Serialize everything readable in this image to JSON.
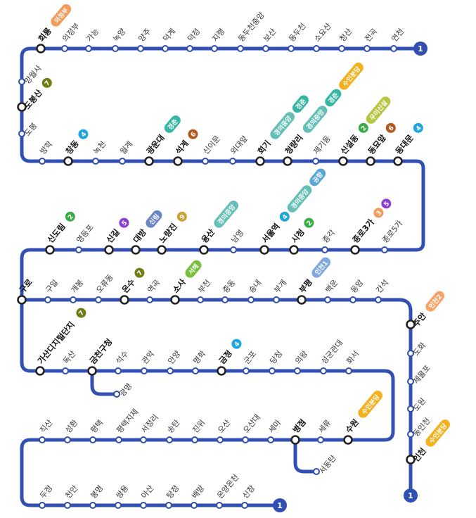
{
  "line": {
    "number": "1",
    "color": "#3250b3"
  },
  "colors": {
    "L2": "#3aac45",
    "L4": "#1ea5de",
    "L5": "#8b3fd0",
    "L6": "#b4591d",
    "L7": "#6f7d12",
    "L9": "#c8a034",
    "gyeongchun": "#35b6a4",
    "gyeongui": "#64c0b6",
    "suin": "#f2b11d",
    "uijeongbu": "#f49a5a",
    "uisinseol": "#b8c542",
    "incheon1": "#7ea8df",
    "incheon2": "#f6a36a",
    "sillim": "#6a84c8",
    "seohae": "#77c03c",
    "airport": "#5aa6d6"
  },
  "stations": [
    {
      "id": "s0",
      "name": "회룡",
      "transfer": true,
      "badges": [
        {
          "text": "의정부",
          "color": "uijeongbu"
        }
      ]
    },
    {
      "id": "s1",
      "name": "의정부"
    },
    {
      "id": "s2",
      "name": "가능"
    },
    {
      "id": "s3",
      "name": "녹양"
    },
    {
      "id": "s4",
      "name": "양주"
    },
    {
      "id": "s5",
      "name": "덕계"
    },
    {
      "id": "s6",
      "name": "덕정"
    },
    {
      "id": "s7",
      "name": "지행"
    },
    {
      "id": "s8",
      "name": "동두천중앙"
    },
    {
      "id": "s9",
      "name": "보산"
    },
    {
      "id": "s10",
      "name": "동두천"
    },
    {
      "id": "s11",
      "name": "소요산"
    },
    {
      "id": "s12",
      "name": "청산"
    },
    {
      "id": "s13",
      "name": "전곡"
    },
    {
      "id": "s14",
      "name": "연천"
    },
    {
      "id": "s15",
      "name": "망월사"
    },
    {
      "id": "s16",
      "name": "도봉산",
      "transfer": true,
      "badges": [
        {
          "text": "7",
          "color": "L7"
        }
      ]
    },
    {
      "id": "s17",
      "name": "도봉"
    },
    {
      "id": "s18",
      "name": "방학"
    },
    {
      "id": "s19",
      "name": "창동",
      "transfer": true,
      "badges": [
        {
          "text": "4",
          "color": "L4"
        }
      ]
    },
    {
      "id": "s20",
      "name": "녹천"
    },
    {
      "id": "s21",
      "name": "월계"
    },
    {
      "id": "s22",
      "name": "광운대",
      "transfer": true,
      "badges": [
        {
          "text": "경춘",
          "color": "gyeongchun"
        }
      ]
    },
    {
      "id": "s23",
      "name": "석계",
      "transfer": true,
      "badges": [
        {
          "text": "6",
          "color": "L6"
        }
      ]
    },
    {
      "id": "s24",
      "name": "신이문"
    },
    {
      "id": "s25",
      "name": "외대앞"
    },
    {
      "id": "s26",
      "name": "회기",
      "transfer": true,
      "badges": [
        {
          "text": "경의중앙",
          "color": "gyeongui"
        },
        {
          "text": "경춘",
          "color": "gyeongchun"
        }
      ]
    },
    {
      "id": "s27",
      "name": "청량리",
      "transfer": true,
      "badges": [
        {
          "text": "경의중앙",
          "color": "gyeongui"
        },
        {
          "text": "경춘",
          "color": "gyeongchun"
        },
        {
          "text": "수인분당",
          "color": "suin"
        }
      ]
    },
    {
      "id": "s28",
      "name": "제기동"
    },
    {
      "id": "s29",
      "name": "신설동",
      "transfer": true,
      "badges": [
        {
          "text": "2",
          "color": "L2"
        },
        {
          "text": "우이신설",
          "color": "uisinseol"
        }
      ]
    },
    {
      "id": "s30",
      "name": "동묘앞",
      "transfer": true,
      "badges": [
        {
          "text": "6",
          "color": "L6"
        }
      ]
    },
    {
      "id": "s31",
      "name": "동대문",
      "transfer": true,
      "badges": [
        {
          "text": "4",
          "color": "L4"
        }
      ]
    },
    {
      "id": "s32",
      "name": "신도림",
      "transfer": true,
      "badges": [
        {
          "text": "2",
          "color": "L2"
        }
      ]
    },
    {
      "id": "s33",
      "name": "영등포"
    },
    {
      "id": "s34",
      "name": "신길",
      "transfer": true,
      "badges": [
        {
          "text": "5",
          "color": "L5"
        }
      ]
    },
    {
      "id": "s35",
      "name": "대방",
      "transfer": true,
      "badges": [
        {
          "text": "신림",
          "color": "sillim"
        }
      ]
    },
    {
      "id": "s36",
      "name": "노량진",
      "transfer": true,
      "badges": [
        {
          "text": "9",
          "color": "L9"
        }
      ]
    },
    {
      "id": "s37",
      "name": "용산",
      "transfer": true,
      "badges": [
        {
          "text": "경의중앙",
          "color": "gyeongui"
        }
      ]
    },
    {
      "id": "s38",
      "name": "남영"
    },
    {
      "id": "s39",
      "name": "서울역",
      "transfer": true,
      "badges": [
        {
          "text": "4",
          "color": "L4"
        },
        {
          "text": "경의중앙",
          "color": "gyeongui"
        },
        {
          "text": "공항",
          "color": "airport"
        }
      ]
    },
    {
      "id": "s40",
      "name": "시청",
      "transfer": true,
      "badges": [
        {
          "text": "2",
          "color": "L2"
        }
      ]
    },
    {
      "id": "s41",
      "name": "종각"
    },
    {
      "id": "s42",
      "name": "종로3가",
      "transfer": true,
      "badges": [
        {
          "text": "3",
          "color": "uijeongbu"
        },
        {
          "text": "5",
          "color": "L5"
        }
      ]
    },
    {
      "id": "s43",
      "name": "종로5가"
    },
    {
      "id": "s44",
      "name": "구로",
      "transfer": true
    },
    {
      "id": "s45",
      "name": "구일"
    },
    {
      "id": "s46",
      "name": "개봉"
    },
    {
      "id": "s47",
      "name": "오류동"
    },
    {
      "id": "s48",
      "name": "온수",
      "transfer": true,
      "badges": [
        {
          "text": "7",
          "color": "L7"
        }
      ]
    },
    {
      "id": "s49",
      "name": "역곡"
    },
    {
      "id": "s50",
      "name": "소사",
      "transfer": true,
      "badges": [
        {
          "text": "서해",
          "color": "seohae"
        }
      ]
    },
    {
      "id": "s51",
      "name": "부천"
    },
    {
      "id": "s52",
      "name": "중동"
    },
    {
      "id": "s53",
      "name": "송내"
    },
    {
      "id": "s54",
      "name": "부개"
    },
    {
      "id": "s55",
      "name": "부평",
      "transfer": true,
      "badges": [
        {
          "text": "인천1",
          "color": "incheon1"
        }
      ]
    },
    {
      "id": "s56",
      "name": "백운"
    },
    {
      "id": "s57",
      "name": "동암"
    },
    {
      "id": "s58",
      "name": "간석"
    },
    {
      "id": "s59",
      "name": "주안",
      "transfer": true,
      "badges": [
        {
          "text": "인천2",
          "color": "incheon2"
        }
      ]
    },
    {
      "id": "s60",
      "name": "도화"
    },
    {
      "id": "s61",
      "name": "제물포"
    },
    {
      "id": "s62",
      "name": "도원"
    },
    {
      "id": "s63",
      "name": "동인천"
    },
    {
      "id": "s64",
      "name": "인천",
      "transfer": true,
      "badges": [
        {
          "text": "수인분당",
          "color": "suin"
        }
      ]
    },
    {
      "id": "s65",
      "name": "가산디지털단지",
      "transfer": true,
      "badges": [
        {
          "text": "7",
          "color": "L7"
        }
      ]
    },
    {
      "id": "s66",
      "name": "독산"
    },
    {
      "id": "s67",
      "name": "금천구청",
      "transfer": true
    },
    {
      "id": "s68",
      "name": "광명"
    },
    {
      "id": "s69",
      "name": "석수"
    },
    {
      "id": "s70",
      "name": "관악"
    },
    {
      "id": "s71",
      "name": "안양"
    },
    {
      "id": "s72",
      "name": "명학"
    },
    {
      "id": "s73",
      "name": "금정",
      "transfer": true,
      "badges": [
        {
          "text": "4",
          "color": "L4"
        }
      ]
    },
    {
      "id": "s74",
      "name": "군포"
    },
    {
      "id": "s75",
      "name": "당정"
    },
    {
      "id": "s76",
      "name": "의왕"
    },
    {
      "id": "s77",
      "name": "성균관대"
    },
    {
      "id": "s78",
      "name": "화서"
    },
    {
      "id": "s79",
      "name": "직산"
    },
    {
      "id": "s80",
      "name": "성환"
    },
    {
      "id": "s81",
      "name": "평택"
    },
    {
      "id": "s82",
      "name": "평택지제"
    },
    {
      "id": "s83",
      "name": "서정리"
    },
    {
      "id": "s84",
      "name": "송탄"
    },
    {
      "id": "s85",
      "name": "진위"
    },
    {
      "id": "s86",
      "name": "오산"
    },
    {
      "id": "s87",
      "name": "오산대"
    },
    {
      "id": "s88",
      "name": "세마"
    },
    {
      "id": "s89",
      "name": "병점",
      "transfer": true
    },
    {
      "id": "s90",
      "name": "세류"
    },
    {
      "id": "s91",
      "name": "수원",
      "transfer": true,
      "badges": [
        {
          "text": "수인분당",
          "color": "suin"
        }
      ]
    },
    {
      "id": "s92",
      "name": "서동탄"
    },
    {
      "id": "s93",
      "name": "두정"
    },
    {
      "id": "s94",
      "name": "천안"
    },
    {
      "id": "s95",
      "name": "봉명"
    },
    {
      "id": "s96",
      "name": "쌍용"
    },
    {
      "id": "s97",
      "name": "아산"
    },
    {
      "id": "s98",
      "name": "탕정"
    },
    {
      "id": "s99",
      "name": "배방"
    },
    {
      "id": "s100",
      "name": "온양온천"
    },
    {
      "id": "s101",
      "name": "신창"
    }
  ]
}
